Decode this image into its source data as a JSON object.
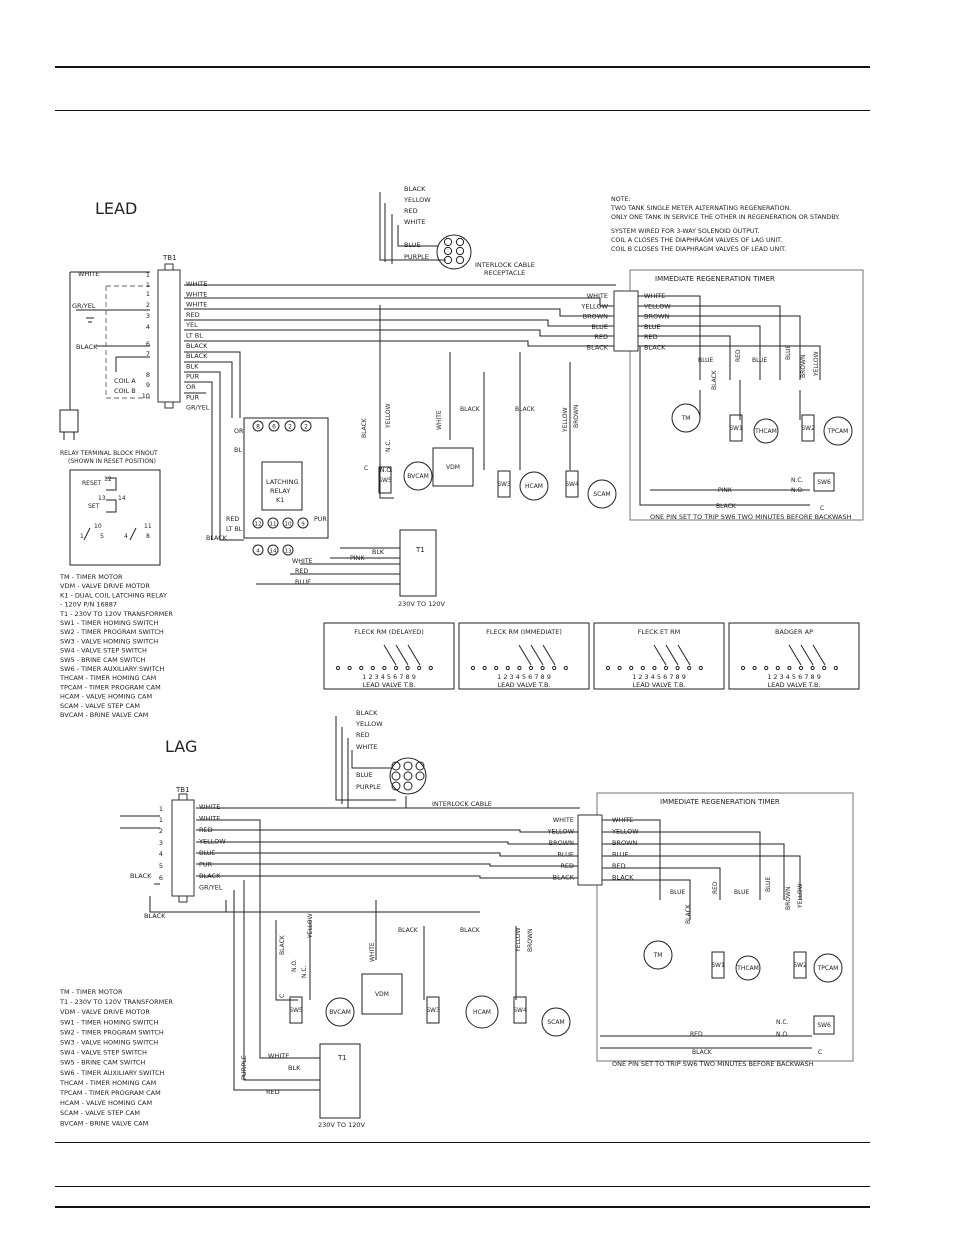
{
  "lead": {
    "title": "LEAD",
    "tb1": "TB1",
    "tb1_terms": [
      "1",
      "1",
      "1",
      "2",
      "3",
      "4",
      "6",
      "7",
      "8",
      "9",
      "10"
    ],
    "tb1_wires": [
      "WHITE",
      "WHITE",
      "WHITE",
      "RED",
      "YEL",
      "LT BL",
      "BLACK",
      "BLACK",
      "BLK",
      "PUR",
      "OR",
      "PUR",
      "GR/YEL"
    ],
    "feed_white": "WHITE",
    "feed_gryel": "GR/YEL",
    "feed_black": "BLACK",
    "coil_a": "COIL A",
    "coil_b": "COIL B",
    "interlock_wires": [
      "BLACK",
      "YELLOW",
      "RED",
      "WHITE",
      "BLUE",
      "PURPLE"
    ],
    "interlock_label": "INTERLOCK CABLE",
    "interlock_label2": "RECEPTACLE",
    "note_lines": [
      "NOTE:",
      "TWO TANK SINGLE METER ALTERNATING REGENERATION.",
      "ONLY ONE TANK IN SERVICE THE OTHER IN REGENERATION OR STANDBY.",
      "SYSTEM WIRED FOR 3-WAY SOLENOID OUTPUT.",
      "COIL A CLOSES THE DIAPHRAGM VALVES OF LAG UNIT.",
      "COIL B CLOSES THE DIAPHRAGM VALVES OF LEAD UNIT."
    ],
    "timer_title": "IMMEDIATE REGENERATION TIMER",
    "timer_left": [
      "WHITE",
      "YELLOW",
      "BROWN",
      "BLUE",
      "RED",
      "BLACK"
    ],
    "timer_right": [
      "WHITE",
      "YELLOW",
      "BROWN",
      "BLUE",
      "RED",
      "BLACK"
    ],
    "relay_pinout_title": "RELAY TERMINAL BLOCK PINOUT",
    "relay_pinout_sub": "(SHOWN IN RESET POSITION)",
    "relay_reset": "RESET",
    "relay_set": "SET",
    "relay_nums": [
      "12",
      "13",
      "14",
      "10",
      "11",
      "1",
      "5",
      "4",
      "8"
    ],
    "relay_title": "LATCHING",
    "relay_title2": "RELAY",
    "relay_k1": "K1",
    "relay_top_pins": [
      "8",
      "6",
      "2",
      "2"
    ],
    "relay_bot_pins": [
      "12",
      "11",
      "10",
      "9"
    ],
    "relay_low_pins": [
      "4",
      "14",
      "13"
    ],
    "relay_wires": [
      "OR",
      "BL",
      "RED",
      "LT BL",
      "PUR",
      "BLACK",
      "WHITE",
      "RED",
      "BLUE",
      "BLK",
      "PINK"
    ],
    "t1_label": "T1",
    "t1_caption": "230V TO 120V",
    "components": [
      "VDM",
      "BVCAM",
      "SW5",
      "SW3",
      "HCAM",
      "SW4",
      "SCAM",
      "TM",
      "THCAM",
      "TPCAM",
      "SW1",
      "SW2",
      "SW6"
    ],
    "mid_wires": [
      "BLACK",
      "YELLOW",
      "WHITE",
      "BLACK",
      "BLACK",
      "YELLOW",
      "BROWN",
      "N.O.",
      "N.C.",
      "C"
    ],
    "timer_wires": [
      "BLUE",
      "RED",
      "BLUE",
      "BLUE",
      "BLACK",
      "BROWN",
      "YELLOW",
      "PINK",
      "BLACK",
      "N.C.",
      "N.O.",
      "C"
    ],
    "footnote": "ONE PIN SET TO TRIP SW6 TWO MINUTES BEFORE BACKWASH"
  },
  "legend_lead": [
    "TM - TIMER MOTOR",
    "VDM - VALVE DRIVE MOTOR",
    "K1 - DUAL COIL LATCHING RELAY",
    "  - 120V P/N 16887",
    "T1 - 230V TO 120V TRANSFORMER",
    "SW1 - TIMER HOMING SWITCH",
    "SW2 - TIMER PROGRAM SWITCH",
    "SW3 - VALVE HOMING SWITCH",
    "SW4 - VALVE STEP SWITCH",
    "SW5 - BRINE CAM SWITCH",
    "SW6 - TIMER AUXILIARY SWITCH",
    "THCAM - TIMER HOMING CAM",
    "TPCAM - TIMER PROGRAM CAM",
    "HCAM - VALVE HOMING CAM",
    "SCAM - VALVE STEP CAM",
    "BVCAM - BRINE VALVE CAM"
  ],
  "variants": [
    {
      "title": "FLECK RM (DELAYED)",
      "nums": "1 2 3 4 5 6 7 8 9",
      "caption": "LEAD VALVE T.B."
    },
    {
      "title": "FLECK RM (IMMEDIATE)",
      "nums": "1 2 3 4 5 6 7 8 9",
      "caption": "LEAD VALVE T.B."
    },
    {
      "title": "FLECK ET RM",
      "nums": "1 2 3 4 5 6 7 8 9",
      "caption": "LEAD VALVE T.B."
    },
    {
      "title": "BADGER AP",
      "nums": "1 2 3 4 5 6 7 8 9",
      "caption": "LEAD VALVE T.B."
    }
  ],
  "lag": {
    "title": "LAG",
    "tb1": "TB1",
    "tb1_terms": [
      "1",
      "1",
      "2",
      "3",
      "4",
      "5",
      "6"
    ],
    "tb1_wires": [
      "WHITE",
      "WHITE",
      "RED",
      "YELLOW",
      "BLUE",
      "PUR",
      "BLACK",
      "GR/YEL"
    ],
    "feed_black": "BLACK",
    "interlock_wires": [
      "BLACK",
      "YELLOW",
      "RED",
      "WHITE",
      "BLUE",
      "PURPLE"
    ],
    "interlock_label": "INTERLOCK CABLE",
    "timer_title": "IMMEDIATE REGENERATION TIMER",
    "timer_left": [
      "WHITE",
      "YELLOW",
      "BROWN",
      "BLUE",
      "RED",
      "BLACK"
    ],
    "timer_right": [
      "WHITE",
      "YELLOW",
      "BROWN",
      "BLUE",
      "RED",
      "BLACK"
    ],
    "t1_label": "T1",
    "t1_caption": "230V TO 120V",
    "t1_wires": [
      "WHITE",
      "BLK",
      "RED",
      "PURPLE",
      "BLACK"
    ],
    "components": [
      "VDM",
      "BVCAM",
      "SW5",
      "SW3",
      "HCAM",
      "SW4",
      "SCAM",
      "TM",
      "THCAM",
      "TPCAM",
      "SW1",
      "SW2",
      "SW6"
    ],
    "mid_wires": [
      "BLACK",
      "YELLOW",
      "WHITE",
      "BLACK",
      "BLACK",
      "YELLOW",
      "BROWN",
      "N.O.",
      "N.C.",
      "C"
    ],
    "timer_wires": [
      "BLUE",
      "RED",
      "BLUE",
      "BLUE",
      "BLACK",
      "BROWN",
      "YELLOW",
      "RED",
      "BLACK",
      "N.C.",
      "N.O.",
      "C"
    ],
    "footnote": "ONE PIN SET TO TRIP SW6 TWO MINUTES BEFORE BACKWASH"
  },
  "legend_lag": [
    "TM - TIMER MOTOR",
    "T1 - 230V TO 120V TRANSFORMER",
    "VDM - VALVE DRIVE MOTOR",
    "SW1 - TIMER HOMING SWITCH",
    "SW2 - TIMER PROGRAM SWITCH",
    "SW3 - VALVE HOMING SWITCH",
    "SW4 - VALVE STEP SWITCH",
    "SW5 - BRINE CAM SWITCH",
    "SW6 - TIMER AUXILIARY SWITCH",
    "THCAM - TIMER HOMING CAM",
    "TPCAM - TIMER PROGRAM CAM",
    "HCAM - VALVE HOMING CAM",
    "SCAM - VALVE STEP CAM",
    "BVCAM - BRINE VALVE CAM"
  ]
}
